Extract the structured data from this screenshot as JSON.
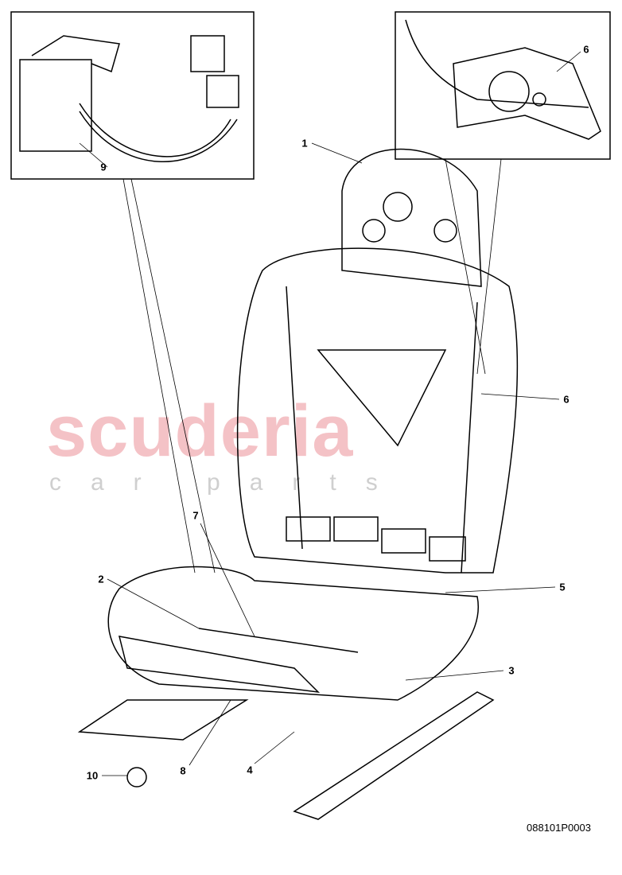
{
  "watermark": {
    "brand": "scuderia",
    "sub": "car parts"
  },
  "callouts": [
    {
      "id": "1",
      "label": "1"
    },
    {
      "id": "6a",
      "label": "6"
    },
    {
      "id": "9",
      "label": "9"
    },
    {
      "id": "6b",
      "label": "6"
    },
    {
      "id": "7",
      "label": "7"
    },
    {
      "id": "2",
      "label": "2"
    },
    {
      "id": "5",
      "label": "5"
    },
    {
      "id": "3",
      "label": "3"
    },
    {
      "id": "10",
      "label": "10"
    },
    {
      "id": "8",
      "label": "8"
    },
    {
      "id": "4",
      "label": "4"
    }
  ],
  "diagram_code": "088101P0003"
}
